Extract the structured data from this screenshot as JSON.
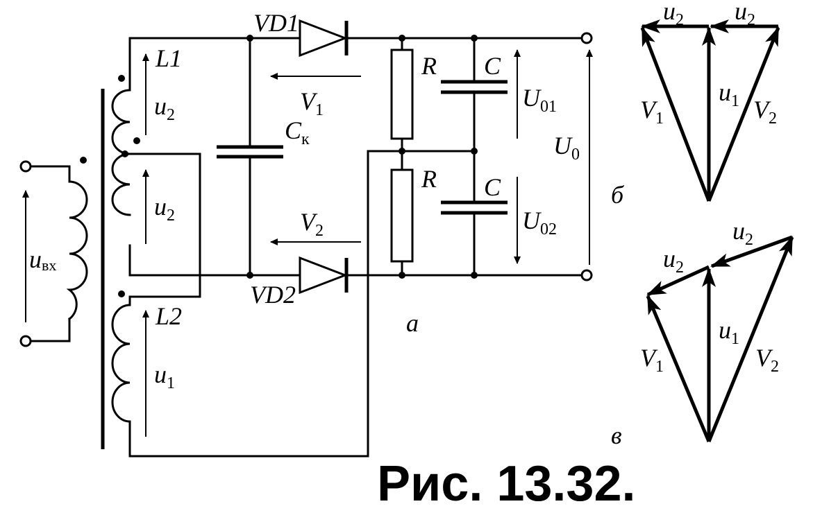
{
  "labels": {
    "vd1": "VD1",
    "vd2": "VD2",
    "l1": "L1",
    "l2": "L2",
    "u2_top": "u",
    "u2_top_sub": "2",
    "u2_mid": "u",
    "u2_mid_sub": "2",
    "u1": "u",
    "u1_sub": "1",
    "uvx": "u",
    "uvx_sub": "вх",
    "ck": "C",
    "ck_sub": "к",
    "v1": "V",
    "v1_sub": "1",
    "v2": "V",
    "v2_sub": "2",
    "r_top": "R",
    "r_bot": "R",
    "c_top": "C",
    "c_bot": "C",
    "u01": "U",
    "u01_sub": "01",
    "u02": "U",
    "u02_sub": "02",
    "u0": "U",
    "u0_sub": "0",
    "part_a": "a"
  },
  "diagram_b": {
    "tag": "б",
    "u2_left": "u",
    "u2_left_sub": "2",
    "u2_right": "u",
    "u2_right_sub": "2",
    "u1": "u",
    "u1_sub": "1",
    "v1": "V",
    "v1_sub": "1",
    "v2": "V",
    "v2_sub": "2"
  },
  "diagram_v": {
    "tag": "в",
    "u2_left": "u",
    "u2_left_sub": "2",
    "u2_right": "u",
    "u2_right_sub": "2",
    "u1": "u",
    "u1_sub": "1",
    "v1": "V",
    "v1_sub": "1",
    "v2": "V",
    "v2_sub": "2"
  },
  "caption": "Рис. 13.32."
}
